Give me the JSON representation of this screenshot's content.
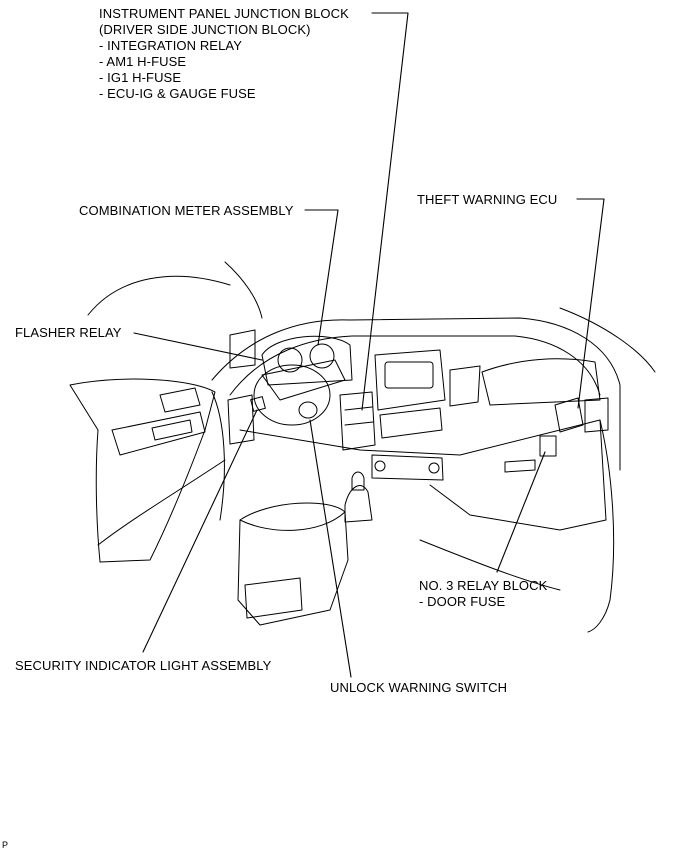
{
  "callouts": {
    "instrument_panel_jb": {
      "lines": [
        "INSTRUMENT PANEL JUNCTION BLOCK",
        "(DRIVER SIDE JUNCTION BLOCK)",
        "- INTEGRATION RELAY",
        "- AM1 H-FUSE",
        "- IG1 H-FUSE",
        "- ECU-IG & GAUGE FUSE"
      ]
    },
    "combination_meter": "COMBINATION METER ASSEMBLY",
    "theft_warning_ecu": "THEFT WARNING ECU",
    "flasher_relay": "FLASHER RELAY",
    "no3_relay_block": {
      "lines": [
        "NO. 3 RELAY BLOCK",
        "- DOOR FUSE"
      ]
    },
    "security_indicator": "SECURITY INDICATOR LIGHT ASSEMBLY",
    "unlock_warning_switch": "UNLOCK WARNING SWITCH"
  },
  "corner_mark": "P"
}
